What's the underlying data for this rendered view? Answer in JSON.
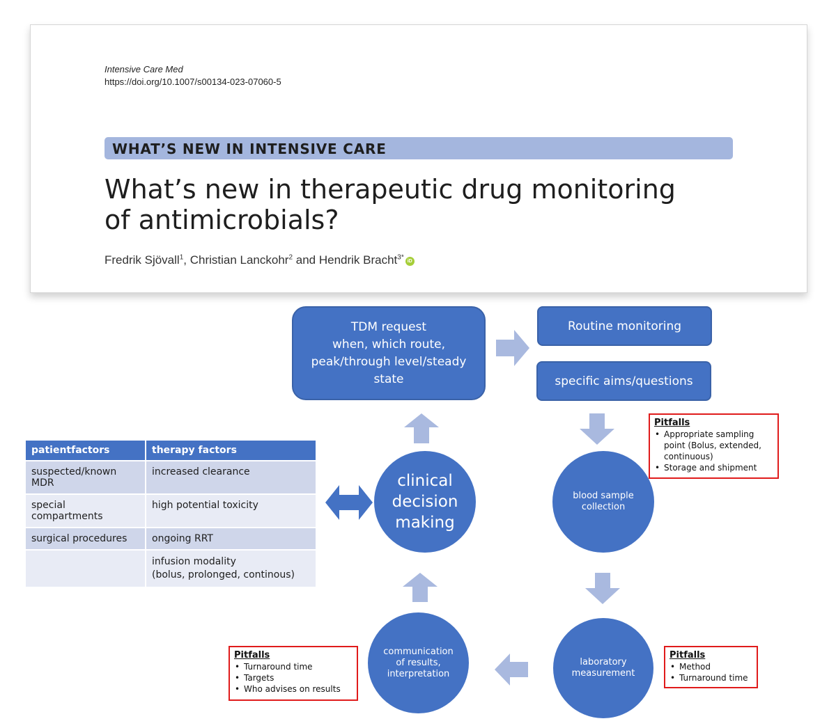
{
  "header": {
    "journal": "Intensive Care Med",
    "doi": "https://doi.org/10.1007/s00134-023-07060-5",
    "category": "WHAT’S NEW IN INTENSIVE CARE",
    "title_line1": "What’s new in therapeutic drug monitoring",
    "title_line2": "of antimicrobials?",
    "authors": [
      {
        "name": "Fredrik Sjövall",
        "sup": "1",
        "sep": ", "
      },
      {
        "name": "Christian Lanckohr",
        "sup": "2",
        "sep": " and "
      },
      {
        "name": "Hendrik Bracht",
        "sup": "3*",
        "sep": ""
      }
    ],
    "orcid_label": "iD"
  },
  "diagram": {
    "tdm_request": [
      "TDM request",
      "when, which route,",
      "peak/through level/steady",
      "state"
    ],
    "routine_monitoring": "Routine monitoring",
    "specific_aims": "specific aims/questions",
    "clinical_decision": [
      "clinical",
      "decision",
      "making"
    ],
    "blood_sample": [
      "blood sample",
      "collection"
    ],
    "lab_measurement": [
      "laboratory",
      "measurement"
    ],
    "communication": [
      "communication",
      "of results,",
      "interpretation"
    ],
    "pitfalls_blood": {
      "heading": "Pitfalls",
      "items": [
        "Appropriate sampling point (Bolus, extended, continuous)",
        "Storage and shipment"
      ]
    },
    "pitfalls_lab": {
      "heading": "Pitfalls",
      "items": [
        "Method",
        "Turnaround time"
      ]
    },
    "pitfalls_comm": {
      "heading": "Pitfalls",
      "items": [
        "Turnaround time",
        "Targets",
        "Who advises on results"
      ]
    },
    "colors": {
      "primary": "#4472c4",
      "arrow": "#a9b9df",
      "pitfall_border": "#e01b1b"
    }
  },
  "factors_table": {
    "headers": [
      "patientfactors",
      "therapy factors"
    ],
    "rows": [
      [
        "suspected/known MDR",
        "increased clearance"
      ],
      [
        "special compartments",
        "high potential toxicity"
      ],
      [
        "surgical procedures",
        "ongoing RRT"
      ],
      [
        "",
        "infusion modality\n(bolus, prolonged, continous)"
      ]
    ]
  }
}
